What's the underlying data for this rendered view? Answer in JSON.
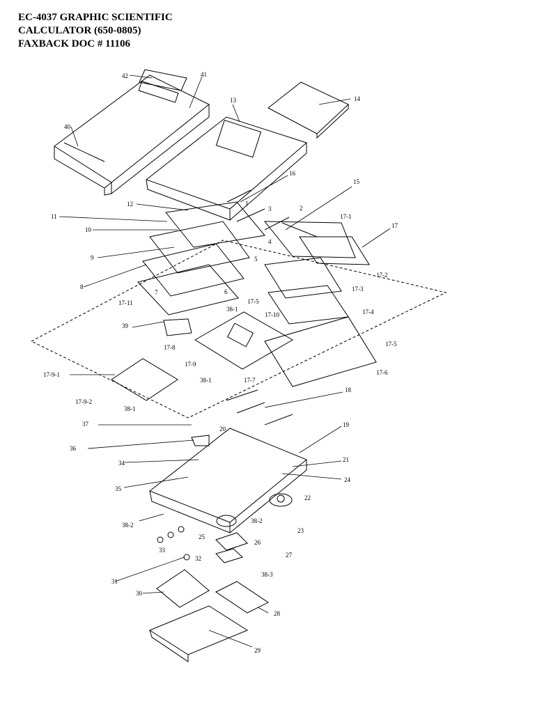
{
  "header": {
    "line1": "EC-4037 GRAPHIC SCIENTIFIC",
    "line2": "CALCULATOR (650-0805)",
    "line3": "FAXBACK DOC # 11106"
  },
  "diagram": {
    "callouts": [
      "42",
      "41",
      "40",
      "13",
      "14",
      "16",
      "1",
      "3",
      "2",
      "15",
      "12",
      "11",
      "10",
      "9",
      "4",
      "5",
      "8",
      "7",
      "6",
      "17-11",
      "38-1",
      "17-5",
      "17-10",
      "17-1",
      "17",
      "17-2",
      "17-3",
      "17-4",
      "39",
      "17-8",
      "17-9",
      "17-5",
      "17-6",
      "17-9-1",
      "38-1",
      "17-7",
      "17-9-2",
      "38-1",
      "18",
      "37",
      "19",
      "20",
      "36",
      "34",
      "21",
      "24",
      "35",
      "38-2",
      "38-2",
      "22",
      "23",
      "25",
      "26",
      "33",
      "32",
      "27",
      "31",
      "38-3",
      "30",
      "28",
      "29"
    ]
  }
}
